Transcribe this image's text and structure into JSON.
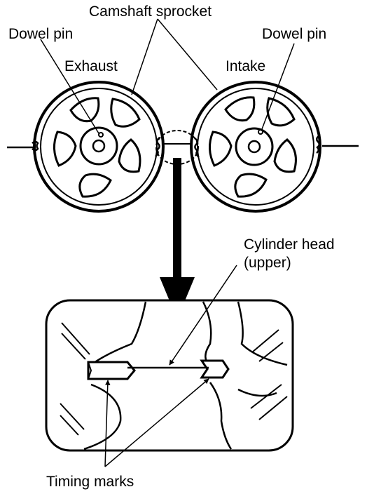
{
  "labels": {
    "camshaft_sprocket": "Camshaft sprocket",
    "dowel_pin_left": "Dowel pin",
    "dowel_pin_right": "Dowel pin",
    "exhaust": "Exhaust",
    "intake": "Intake",
    "cylinder_head_line1": "Cylinder head",
    "cylinder_head_line2": "(upper)",
    "timing_marks": "Timing marks"
  },
  "colors": {
    "ink": "#000000",
    "background": "#ffffff"
  }
}
